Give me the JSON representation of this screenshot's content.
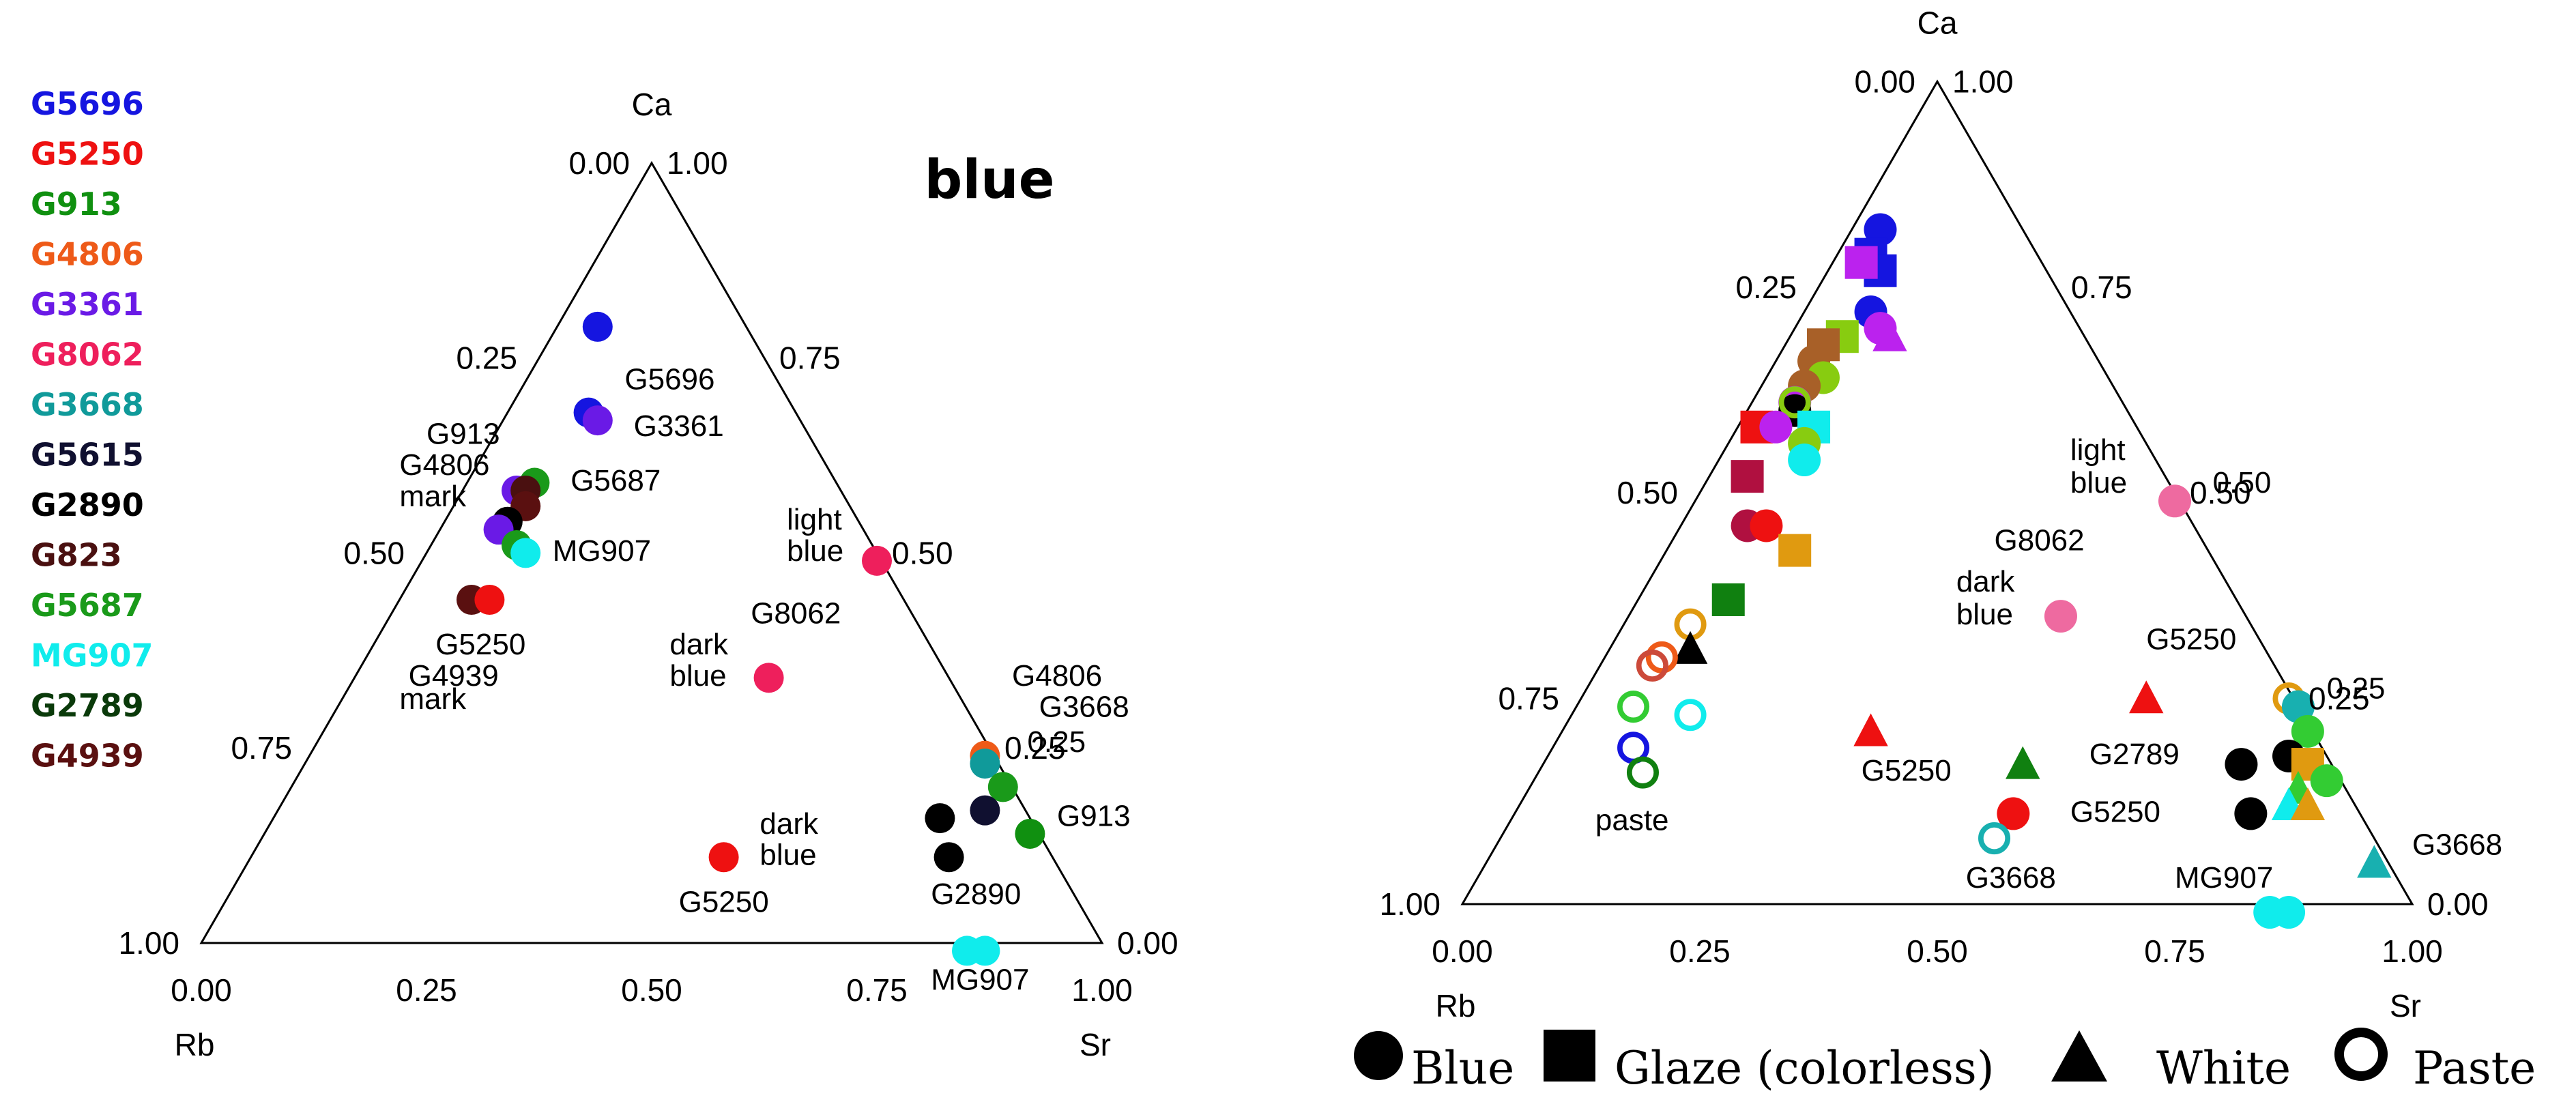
{
  "legend": [
    {
      "label": "G5696",
      "color": "#1515e0"
    },
    {
      "label": "G5250",
      "color": "#ee1111"
    },
    {
      "label": "G913",
      "color": "#109010"
    },
    {
      "label": "G4806",
      "color": "#ee5a18"
    },
    {
      "label": "G3361",
      "color": "#6a1ae6"
    },
    {
      "label": "G8062",
      "color": "#ee1f5c"
    },
    {
      "label": "G3668",
      "color": "#109a9a"
    },
    {
      "label": "G5615",
      "color": "#101030"
    },
    {
      "label": "G2890",
      "color": "#000000"
    },
    {
      "label": "G823",
      "color": "#4a1010"
    },
    {
      "label": "G5687",
      "color": "#1a9a1a"
    },
    {
      "label": "MG907",
      "color": "#10ecec"
    },
    {
      "label": "G2789",
      "color": "#0a3a0a"
    },
    {
      "label": "G4939",
      "color": "#5a1010"
    }
  ],
  "left_title": "blue",
  "key": {
    "blue": "Blue",
    "glaze": "Glaze (colorless)",
    "white": "White",
    "paste": "Paste"
  },
  "chart_data": [
    {
      "type": "scatter",
      "subtype": "ternary",
      "title": "blue",
      "axes": {
        "top": "Ca",
        "left": "Rb",
        "right": "Sr",
        "bottom_ticks": [
          "0.00",
          "0.25",
          "0.50",
          "0.75",
          "1.00"
        ],
        "left_ticks": [
          "1.00",
          "0.75",
          "0.50",
          "0.25",
          "0.00"
        ],
        "right_ticks": [
          "0.00",
          "0.25",
          "0.50",
          "0.75",
          "1.00"
        ]
      },
      "points": [
        {
          "x": 0.44,
          "h": 0.79,
          "c": "#1515e0"
        },
        {
          "x": 0.43,
          "h": 0.68,
          "c": "#1515e0"
        },
        {
          "x": 0.44,
          "h": 0.67,
          "c": "#6a1ae6"
        },
        {
          "x": 0.37,
          "h": 0.59,
          "c": "#1a9a1a"
        },
        {
          "x": 0.35,
          "h": 0.58,
          "c": "#6a1ae6"
        },
        {
          "x": 0.36,
          "h": 0.58,
          "c": "#4a1010"
        },
        {
          "x": 0.36,
          "h": 0.56,
          "c": "#5a1010"
        },
        {
          "x": 0.34,
          "h": 0.54,
          "c": "#000000"
        },
        {
          "x": 0.33,
          "h": 0.53,
          "c": "#6a1ae6"
        },
        {
          "x": 0.35,
          "h": 0.51,
          "c": "#1a9a1a"
        },
        {
          "x": 0.36,
          "h": 0.5,
          "c": "#10ecec"
        },
        {
          "x": 0.3,
          "h": 0.44,
          "c": "#5a1010"
        },
        {
          "x": 0.32,
          "h": 0.44,
          "c": "#ee1111"
        },
        {
          "x": 0.75,
          "h": 0.49,
          "c": "#ee1f5c"
        },
        {
          "x": 0.63,
          "h": 0.34,
          "c": "#ee1f5c"
        },
        {
          "x": 0.58,
          "h": 0.11,
          "c": "#ee1111"
        },
        {
          "x": 0.87,
          "h": 0.24,
          "c": "#ee5a18"
        },
        {
          "x": 0.87,
          "h": 0.23,
          "c": "#109a9a"
        },
        {
          "x": 0.89,
          "h": 0.2,
          "c": "#1a9a1a"
        },
        {
          "x": 0.82,
          "h": 0.16,
          "c": "#000000"
        },
        {
          "x": 0.87,
          "h": 0.17,
          "c": "#101030"
        },
        {
          "x": 0.83,
          "h": 0.11,
          "c": "#000000"
        },
        {
          "x": 0.92,
          "h": 0.14,
          "c": "#109010"
        },
        {
          "x": 0.85,
          "h": -0.01,
          "c": "#10ecec"
        },
        {
          "x": 0.87,
          "h": -0.01,
          "c": "#10ecec"
        }
      ],
      "annotations": [
        {
          "text": "G5696",
          "x": 0.47,
          "h": 0.71
        },
        {
          "text": "G3361",
          "x": 0.48,
          "h": 0.65
        },
        {
          "text": "G913",
          "x": 0.25,
          "h": 0.64
        },
        {
          "text": "G4806",
          "x": 0.22,
          "h": 0.6
        },
        {
          "text": "mark",
          "x": 0.22,
          "h": 0.56
        },
        {
          "text": "G5687",
          "x": 0.41,
          "h": 0.58
        },
        {
          "text": "MG907",
          "x": 0.39,
          "h": 0.49
        },
        {
          "text": "G5250",
          "x": 0.26,
          "h": 0.37
        },
        {
          "text": "G4939",
          "x": 0.23,
          "h": 0.33
        },
        {
          "text": "mark",
          "x": 0.22,
          "h": 0.3
        },
        {
          "text": "light",
          "x": 0.65,
          "h": 0.53
        },
        {
          "text": "blue",
          "x": 0.65,
          "h": 0.49
        },
        {
          "text": "G8062",
          "x": 0.61,
          "h": 0.41
        },
        {
          "text": "dark",
          "x": 0.52,
          "h": 0.37
        },
        {
          "text": "blue",
          "x": 0.52,
          "h": 0.33
        },
        {
          "text": "G4806",
          "x": 0.9,
          "h": 0.33
        },
        {
          "text": "G3668",
          "x": 0.93,
          "h": 0.29
        },
        {
          "text": "0.25",
          "x": 0.917,
          "h": 0.245
        },
        {
          "text": "G913",
          "x": 0.95,
          "h": 0.15
        },
        {
          "text": "dark",
          "x": 0.62,
          "h": 0.14
        },
        {
          "text": "blue",
          "x": 0.62,
          "h": 0.1
        },
        {
          "text": "G5250",
          "x": 0.53,
          "h": 0.04
        },
        {
          "text": "G2890",
          "x": 0.81,
          "h": 0.05
        },
        {
          "text": "MG907",
          "x": 0.81,
          "h": -0.06
        }
      ]
    },
    {
      "type": "scatter",
      "subtype": "ternary",
      "axes": {
        "top": "Ca",
        "left": "Rb",
        "right": "Sr",
        "bottom_ticks": [
          "0.00",
          "0.25",
          "0.50",
          "0.75",
          "1.00"
        ],
        "left_ticks": [
          "1.00",
          "0.75",
          "0.50",
          "0.25",
          "0.00"
        ],
        "right_ticks": [
          "0.00",
          "0.25",
          "0.50",
          "0.75",
          "1.00"
        ]
      },
      "points": [
        {
          "x": 0.44,
          "h": 0.82,
          "c": "#1515e0",
          "m": "circle"
        },
        {
          "x": 0.43,
          "h": 0.79,
          "c": "#1515e0",
          "m": "square"
        },
        {
          "x": 0.44,
          "h": 0.77,
          "c": "#1515e0",
          "m": "square"
        },
        {
          "x": 0.42,
          "h": 0.78,
          "c": "#bb22ee",
          "m": "square"
        },
        {
          "x": 0.43,
          "h": 0.72,
          "c": "#1515e0",
          "m": "circle"
        },
        {
          "x": 0.44,
          "h": 0.7,
          "c": "#bb22ee",
          "m": "circle"
        },
        {
          "x": 0.45,
          "h": 0.69,
          "c": "#bb22ee",
          "m": "triangle"
        },
        {
          "x": 0.4,
          "h": 0.69,
          "c": "#88cc10",
          "m": "square"
        },
        {
          "x": 0.38,
          "h": 0.68,
          "c": "#a86028",
          "m": "square"
        },
        {
          "x": 0.37,
          "h": 0.66,
          "c": "#a86028",
          "m": "circle"
        },
        {
          "x": 0.38,
          "h": 0.64,
          "c": "#88cc10",
          "m": "circle"
        },
        {
          "x": 0.36,
          "h": 0.63,
          "c": "#a86028",
          "m": "circle"
        },
        {
          "x": 0.35,
          "h": 0.61,
          "c": "#bb22ee",
          "m": "circle"
        },
        {
          "x": 0.35,
          "h": 0.6,
          "c": "#000000",
          "m": "circle"
        },
        {
          "x": 0.35,
          "h": 0.61,
          "c": "#88cc10",
          "m": "ring"
        },
        {
          "x": 0.31,
          "h": 0.58,
          "c": "#ee1111",
          "m": "square"
        },
        {
          "x": 0.33,
          "h": 0.58,
          "c": "#bb22ee",
          "m": "circle"
        },
        {
          "x": 0.37,
          "h": 0.58,
          "c": "#10ecec",
          "m": "square"
        },
        {
          "x": 0.36,
          "h": 0.56,
          "c": "#88cc10",
          "m": "circle"
        },
        {
          "x": 0.36,
          "h": 0.54,
          "c": "#10ecec",
          "m": "circle"
        },
        {
          "x": 0.3,
          "h": 0.52,
          "c": "#b01040",
          "m": "square"
        },
        {
          "x": 0.3,
          "h": 0.46,
          "c": "#b01040",
          "m": "circle"
        },
        {
          "x": 0.32,
          "h": 0.46,
          "c": "#ee1111",
          "m": "circle"
        },
        {
          "x": 0.35,
          "h": 0.43,
          "c": "#e09a10",
          "m": "square"
        },
        {
          "x": 0.28,
          "h": 0.37,
          "c": "#108010",
          "m": "square"
        },
        {
          "x": 0.24,
          "h": 0.34,
          "c": "#e09a10",
          "m": "ring"
        },
        {
          "x": 0.24,
          "h": 0.31,
          "c": "#000000",
          "m": "triangle"
        },
        {
          "x": 0.21,
          "h": 0.3,
          "c": "#ee5a18",
          "m": "ring"
        },
        {
          "x": 0.2,
          "h": 0.29,
          "c": "#cc4a3a",
          "m": "ring"
        },
        {
          "x": 0.18,
          "h": 0.24,
          "c": "#33cc33",
          "m": "ring"
        },
        {
          "x": 0.24,
          "h": 0.23,
          "c": "#10ecec",
          "m": "ring"
        },
        {
          "x": 0.18,
          "h": 0.19,
          "c": "#1515e0",
          "m": "ring"
        },
        {
          "x": 0.19,
          "h": 0.16,
          "c": "#108010",
          "m": "ring"
        },
        {
          "x": 0.75,
          "h": 0.49,
          "c": "#ee6aa0",
          "m": "circle"
        },
        {
          "x": 0.63,
          "h": 0.35,
          "c": "#ee6aa0",
          "m": "circle"
        },
        {
          "x": 0.72,
          "h": 0.25,
          "c": "#ee1111",
          "m": "triangle"
        },
        {
          "x": 0.43,
          "h": 0.21,
          "c": "#ee1111",
          "m": "triangle"
        },
        {
          "x": 0.59,
          "h": 0.17,
          "c": "#108010",
          "m": "triangle"
        },
        {
          "x": 0.58,
          "h": 0.11,
          "c": "#ee1111",
          "m": "circle"
        },
        {
          "x": 0.56,
          "h": 0.08,
          "c": "#18b0b0",
          "m": "ring"
        },
        {
          "x": 0.87,
          "h": 0.25,
          "c": "#e09a10",
          "m": "ring"
        },
        {
          "x": 0.88,
          "h": 0.24,
          "c": "#18b0b0",
          "m": "circle"
        },
        {
          "x": 0.89,
          "h": 0.21,
          "c": "#33cc33",
          "m": "circle"
        },
        {
          "x": 0.82,
          "h": 0.17,
          "c": "#000000",
          "m": "circle"
        },
        {
          "x": 0.87,
          "h": 0.18,
          "c": "#000000",
          "m": "circle"
        },
        {
          "x": 0.89,
          "h": 0.17,
          "c": "#e09a10",
          "m": "square"
        },
        {
          "x": 0.91,
          "h": 0.15,
          "c": "#33cc33",
          "m": "circle"
        },
        {
          "x": 0.88,
          "h": 0.14,
          "c": "#33cc33",
          "m": "triangle"
        },
        {
          "x": 0.83,
          "h": 0.11,
          "c": "#000000",
          "m": "circle"
        },
        {
          "x": 0.87,
          "h": 0.12,
          "c": "#10ecec",
          "m": "triangle"
        },
        {
          "x": 0.89,
          "h": 0.12,
          "c": "#e09a10",
          "m": "triangle"
        },
        {
          "x": 0.96,
          "h": 0.05,
          "c": "#18b0b0",
          "m": "triangle"
        },
        {
          "x": 0.85,
          "h": -0.01,
          "c": "#10ecec",
          "m": "circle"
        },
        {
          "x": 0.87,
          "h": -0.01,
          "c": "#10ecec",
          "m": "circle"
        }
      ],
      "annotations": [
        {
          "text": "light",
          "x": 0.64,
          "h": 0.54
        },
        {
          "text": "blue",
          "x": 0.64,
          "h": 0.5
        },
        {
          "text": "0.50",
          "x": 0.79,
          "h": 0.5
        },
        {
          "text": "G8062",
          "x": 0.56,
          "h": 0.43
        },
        {
          "text": "dark",
          "x": 0.52,
          "h": 0.38
        },
        {
          "text": "blue",
          "x": 0.52,
          "h": 0.34
        },
        {
          "text": "G5250",
          "x": 0.72,
          "h": 0.31
        },
        {
          "text": "G2789",
          "x": 0.66,
          "h": 0.17
        },
        {
          "text": "G5250",
          "x": 0.42,
          "h": 0.15
        },
        {
          "text": "G5250",
          "x": 0.64,
          "h": 0.1
        },
        {
          "text": "G3668",
          "x": 0.53,
          "h": 0.02
        },
        {
          "text": "MG907",
          "x": 0.75,
          "h": 0.02
        },
        {
          "text": "0.25",
          "x": 0.91,
          "h": 0.25
        },
        {
          "text": "G3668",
          "x": 1.0,
          "h": 0.06
        },
        {
          "text": "paste",
          "x": 0.14,
          "h": 0.09
        }
      ]
    }
  ]
}
